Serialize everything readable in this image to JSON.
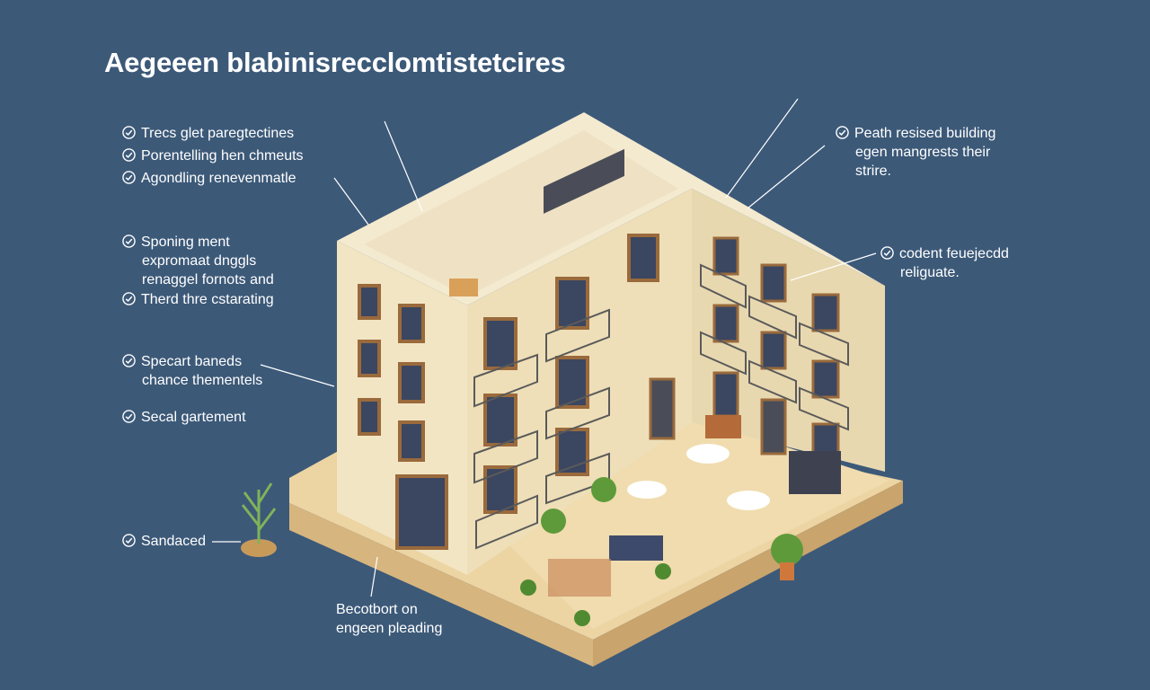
{
  "title": "Aegeeen blabinisrecclomtistetcires",
  "left_callouts": [
    {
      "lines": [
        "Trecs glet paregtectines"
      ]
    },
    {
      "lines": [
        "Porentelling hen chmeuts"
      ]
    },
    {
      "lines": [
        "Agondling renevenmatle"
      ]
    },
    {
      "lines": [
        "Sponing ment",
        "expromaat dnggls",
        "renaggel fornots and"
      ]
    },
    {
      "lines": [
        "Therd thre cstarating"
      ]
    },
    {
      "lines": [
        "Specart baneds",
        "chance thementels"
      ]
    },
    {
      "lines": [
        "Secal gartement"
      ]
    },
    {
      "lines": [
        "Sandaced"
      ]
    }
  ],
  "right_callouts": [
    {
      "lines": [
        "Peath resised building",
        "egen mangrests their",
        "strire."
      ]
    },
    {
      "lines": [
        "codent feuejecdd",
        "religuate."
      ]
    }
  ],
  "bottom_callout": {
    "lines": [
      "Becotbort on",
      "engeen pleading"
    ]
  },
  "colors": {
    "background": "#3c5978",
    "wall_light": "#f2e5c3",
    "wall_shade": "#e8d8b0",
    "roof": "#f4ead0",
    "ground": "#ecd4a3",
    "window_frame": "#9a6a3c",
    "window_glass": "#3b4660",
    "railing": "#5a5a5a",
    "plant": "#5f9a3a"
  }
}
